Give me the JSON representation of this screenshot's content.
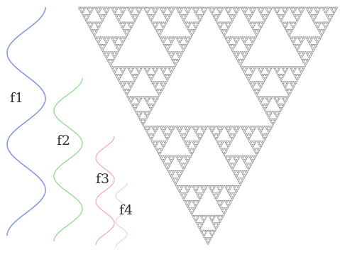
{
  "waves": [
    {
      "label": "f1",
      "color": "#8899dd"
    },
    {
      "label": "f2",
      "color": "#99dd99"
    },
    {
      "label": "f3",
      "color": "#f2aaaa"
    },
    {
      "label": "f4",
      "color": "#f2c8c8"
    }
  ],
  "fractal": {
    "name": "sierpinski-triangle",
    "orientation": "inverted",
    "line_color": "#666666",
    "fill_color": "#ffffff"
  }
}
